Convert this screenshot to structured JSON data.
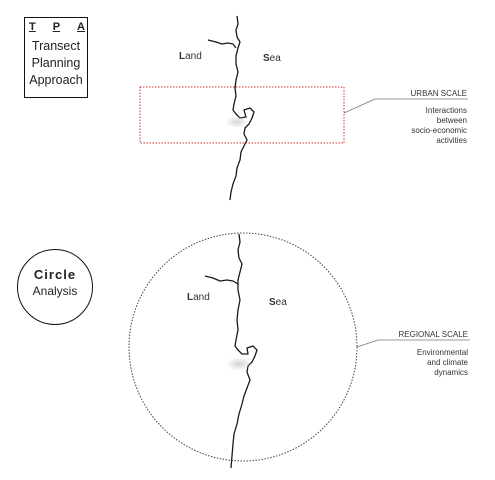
{
  "tpa": {
    "letters": [
      "T",
      "P",
      "A"
    ],
    "lines": [
      "Transect",
      "Planning",
      "Approach"
    ]
  },
  "circle": {
    "title": "Circle",
    "subtitle": "Analysis"
  },
  "top_map": {
    "land_initial": "L",
    "land_rest": "and",
    "sea_initial": "S",
    "sea_rest": "ea"
  },
  "bottom_map": {
    "land_initial": "L",
    "land_rest": "and",
    "sea_initial": "S",
    "sea_rest": "ea"
  },
  "urban": {
    "scale": "URBAN SCALE",
    "desc": [
      "Interactions",
      "between",
      "socio-economic",
      "activities"
    ]
  },
  "regional": {
    "scale": "REGIONAL SCALE",
    "desc": [
      "Environmental",
      "and climate",
      "dynamics"
    ]
  },
  "colors": {
    "frame": "#d22b2b",
    "coast": "#1a1a1a",
    "leader": "#777777"
  }
}
